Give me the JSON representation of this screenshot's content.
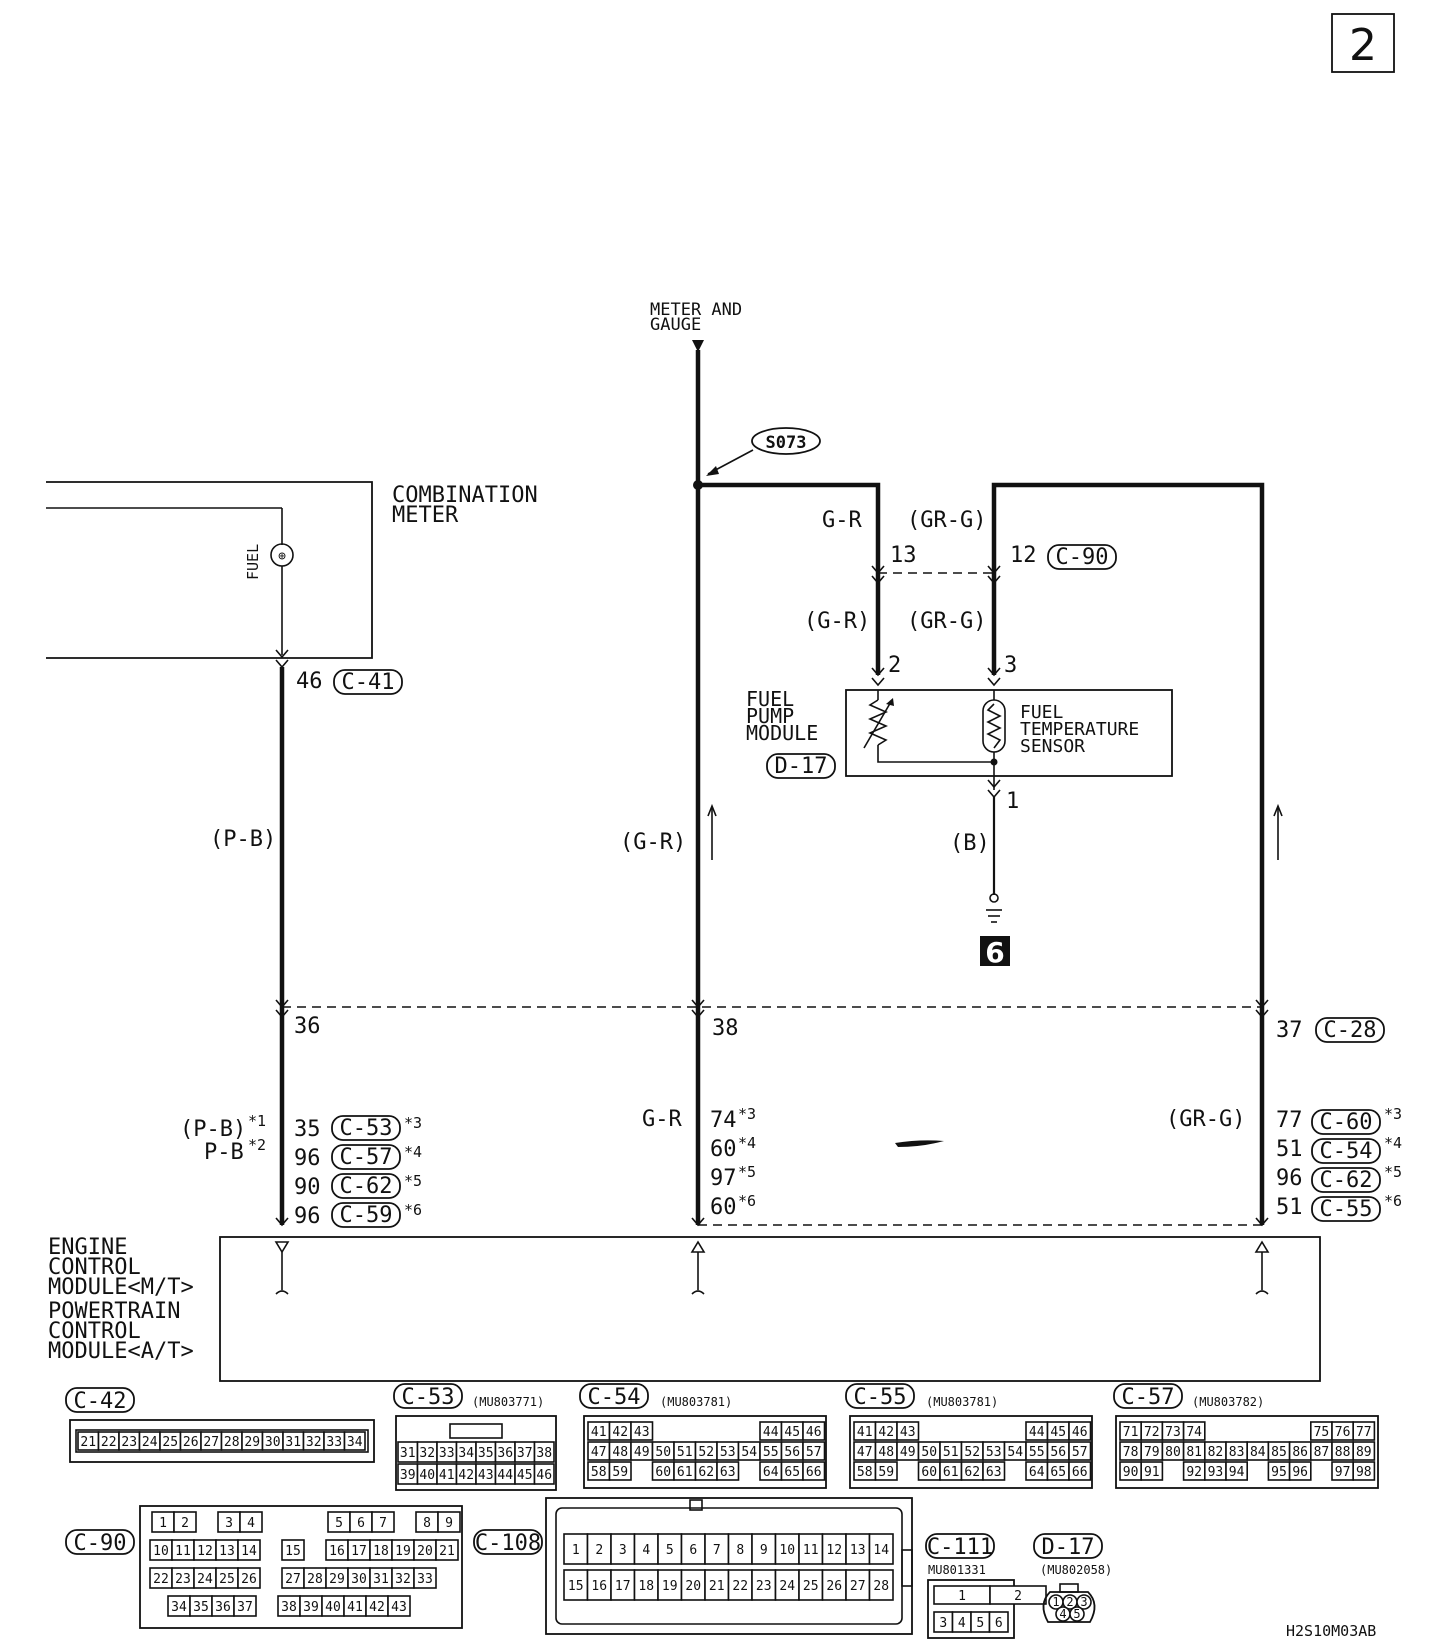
{
  "page_number": "2",
  "figure_code": "H2S10M03AB",
  "labels": {
    "meter_gauge_1": "METER AND",
    "meter_gauge_2": "GAUGE",
    "splice": "S073",
    "combination_meter_1": "COMBINATION",
    "combination_meter_2": "METER",
    "fuel_gauge": "FUEL",
    "fuel_pump_1": "FUEL",
    "fuel_pump_2": "PUMP",
    "fuel_pump_3": "MODULE",
    "fuel_pump_conn": "D-17",
    "fuel_temp_1": "FUEL",
    "fuel_temp_2": "TEMPERATURE",
    "fuel_temp_3": "SENSOR",
    "ground_no": "6",
    "ecm_1": "ENGINE",
    "ecm_2": "CONTROL",
    "ecm_3": "MODULE<M/T>",
    "ecm_4": "POWERTRAIN",
    "ecm_5": "CONTROL",
    "ecm_6": "MODULE<A/T>"
  },
  "wires": {
    "w_gr_top": "G-R",
    "w_grg_top": "(GR-G)",
    "w_gr_mid": "(G-R)",
    "w_grg_mid": "(GR-G)",
    "w_pb": "(P-B)",
    "w_gr_left": "(G-R)",
    "w_b": "(B)",
    "w_pb_1": "(P-B)",
    "w_pb_2": "P-B",
    "w_gr_low": "G-R",
    "w_grg_low": "(GR-G)"
  },
  "pins": {
    "p13": "13",
    "p12": "12",
    "p2": "2",
    "p3": "3",
    "p1": "1",
    "p46": "46",
    "p36": "36",
    "p38": "38",
    "p37": "37",
    "p35": "35",
    "p96a": "96",
    "p90": "90",
    "p96b": "96",
    "p74": "74",
    "p60a": "60",
    "p97": "97",
    "p60b": "60",
    "p77": "77",
    "p51a": "51",
    "p96c": "96",
    "p51b": "51"
  },
  "notes": {
    "s1": "*1",
    "s2": "*2",
    "s3": "*3",
    "s4": "*4",
    "s5": "*5",
    "s6": "*6"
  },
  "conn_refs": {
    "c90_top": "C-90",
    "c41": "C-41",
    "c28": "C-28",
    "c53": "C-53",
    "c57": "C-57",
    "c62a": "C-62",
    "c59": "C-59",
    "c60": "C-60",
    "c54": "C-54",
    "c62b": "C-62",
    "c55": "C-55"
  },
  "connectors": {
    "c42": {
      "name": "C-42",
      "part": ""
    },
    "c53": {
      "name": "C-53",
      "part": "(MU803771)"
    },
    "c54": {
      "name": "C-54",
      "part": "(MU803781)"
    },
    "c55": {
      "name": "C-55",
      "part": "(MU803781)"
    },
    "c57": {
      "name": "C-57",
      "part": "(MU803782)"
    },
    "c90": {
      "name": "C-90",
      "part": ""
    },
    "c108": {
      "name": "C-108",
      "part": ""
    },
    "c111": {
      "name": "C-111",
      "part": "MU801331"
    },
    "d17": {
      "name": "D-17",
      "part": "(MU802058)"
    }
  },
  "pinouts": {
    "c42": [
      "21",
      "22",
      "23",
      "24",
      "25",
      "26",
      "27",
      "28",
      "29",
      "30",
      "31",
      "32",
      "33",
      "34"
    ],
    "c53_r1": [
      "31",
      "32",
      "33",
      "34",
      "35",
      "36",
      "37",
      "38"
    ],
    "c53_r2": [
      "39",
      "40",
      "41",
      "42",
      "43",
      "44",
      "45",
      "46"
    ],
    "c54_r1": [
      "41",
      "42",
      "43",
      "44",
      "45",
      "46"
    ],
    "c54_r2": [
      "47",
      "48",
      "49",
      "50",
      "51",
      "52",
      "53",
      "54",
      "55",
      "56",
      "57"
    ],
    "c54_r3": [
      "58",
      "59",
      "60",
      "61",
      "62",
      "63",
      "64",
      "65",
      "66"
    ],
    "c57_r1": [
      "71",
      "72",
      "73",
      "74",
      "75",
      "76",
      "77"
    ],
    "c57_r2": [
      "78",
      "79",
      "80",
      "81",
      "82",
      "83",
      "84",
      "85",
      "86",
      "87",
      "88",
      "89"
    ],
    "c57_r3": [
      "90",
      "91",
      "92",
      "93",
      "94",
      "95",
      "96",
      "97",
      "98"
    ],
    "c90_r1": [
      "1",
      "2",
      "3",
      "4",
      "5",
      "6",
      "7",
      "8",
      "9"
    ],
    "c90_r2": [
      "10",
      "11",
      "12",
      "13",
      "14",
      "15",
      "16",
      "17",
      "18",
      "19",
      "20",
      "21"
    ],
    "c90_r3": [
      "22",
      "23",
      "24",
      "25",
      "26",
      "27",
      "28",
      "29",
      "30",
      "31",
      "32",
      "33"
    ],
    "c90_r4": [
      "34",
      "35",
      "36",
      "37",
      "38",
      "39",
      "40",
      "41",
      "42",
      "43"
    ],
    "c108_r1": [
      "1",
      "2",
      "3",
      "4",
      "5",
      "6",
      "7",
      "8",
      "9",
      "10",
      "11",
      "12",
      "13",
      "14"
    ],
    "c108_r2": [
      "15",
      "16",
      "17",
      "18",
      "19",
      "20",
      "21",
      "22",
      "23",
      "24",
      "25",
      "26",
      "27",
      "28"
    ],
    "c111": [
      "1",
      "2",
      "3",
      "4",
      "5",
      "6"
    ],
    "d17": [
      "1",
      "2",
      "3",
      "4",
      "5"
    ]
  }
}
